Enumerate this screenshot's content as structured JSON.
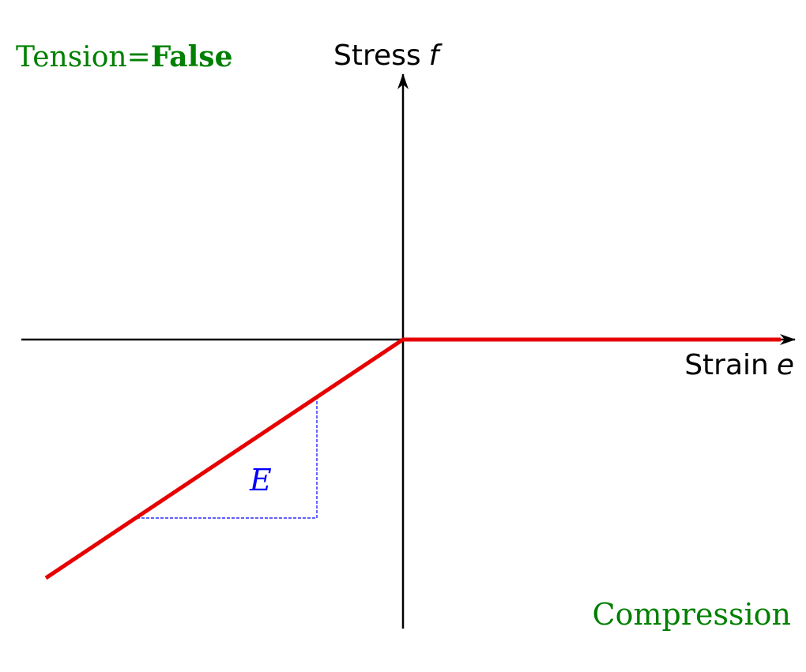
{
  "colors": {
    "axes": "#000000",
    "curve": "#e60000",
    "slope": "#0000ff",
    "annotation": "#008000"
  },
  "labels": {
    "tension_prefix": "Tension=",
    "tension_value": "False",
    "stress_word": "Stress",
    "stress_symbol": "f",
    "strain_word": "Strain",
    "strain_symbol": "e",
    "slope_symbol": "E",
    "compression": "Compression"
  }
}
